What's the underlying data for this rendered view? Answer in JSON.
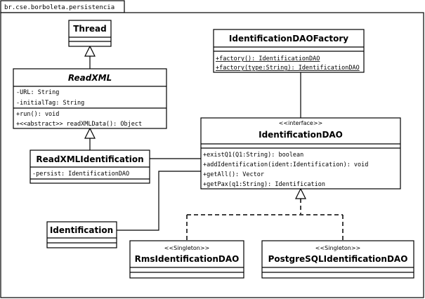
{
  "package": {
    "name": "br.cse.borboleta.persistencia"
  },
  "classes": {
    "thread": {
      "name": "Thread"
    },
    "readxml": {
      "name": "ReadXML",
      "attributes": [
        "-URL: String",
        "-initialTag: String"
      ],
      "operations": [
        "+run(): void",
        "+<<abstract>> readXMLData(): Object"
      ]
    },
    "readxmlidentification": {
      "name": "ReadXMLIdentification",
      "attributes": [
        "-persist: IdentificationDAO"
      ]
    },
    "identification": {
      "name": "Identification"
    },
    "factory": {
      "name": "IdentificationDAOFactory",
      "operations": [
        "+factory(): IdentificationDAO",
        "+factory(type:String): IdentificationDAO"
      ]
    },
    "dao": {
      "stereotype": "<<interface>>",
      "name": "IdentificationDAO",
      "operations": [
        "+existQ1(Q1:String): boolean",
        "+addIdentification(ident:Identification): void",
        "+getAll(): Vector",
        "+getPax(q1:String): Identification"
      ]
    },
    "rms": {
      "stereotype": "<<Singleton>>",
      "name": "RmsIdentificationDAO"
    },
    "postgres": {
      "stereotype": "<<Singleton>>",
      "name": "PostgreSQLIdentificationDAO"
    }
  }
}
